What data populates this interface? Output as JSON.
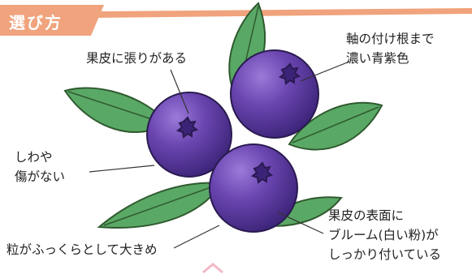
{
  "title": "選び方",
  "colors": {
    "header": "#f0a37c",
    "title_text": "#ffffff",
    "leaf": "#5aa865",
    "leaf_dark": "#2f7a3e",
    "berry": "#6a45b0",
    "berry_dark": "#3b2477",
    "line": "#333333"
  },
  "callouts": {
    "skin_tension": "果皮に張りがある",
    "stem_color_line1": "軸の付け根まで",
    "stem_color_line2": "濃い青紫色",
    "no_wrinkles_line1": "しわや",
    "no_wrinkles_line2": "傷がない",
    "bloom_line1": "果皮の表面に",
    "bloom_line2": "ブルーム(白い粉)が",
    "bloom_line3": "しっかり付いている",
    "plump_large": "粒がふっくらとして大きめ"
  }
}
